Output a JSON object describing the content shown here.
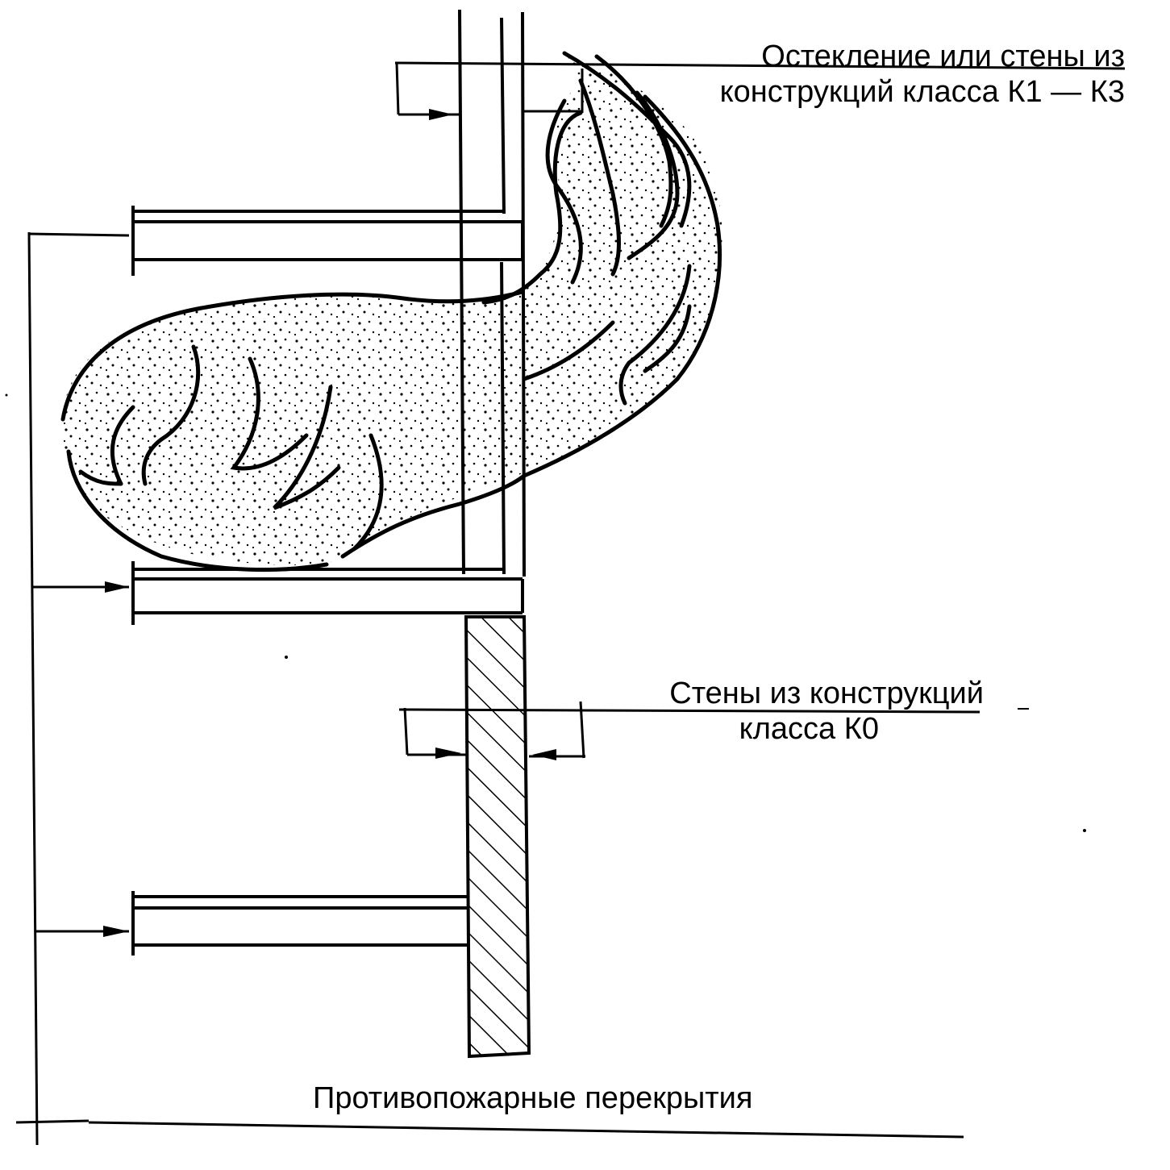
{
  "labels": {
    "glazing_walls_line1": "Остекление или стены из",
    "glazing_walls_line2": "конструкций класса К1 — К3",
    "k0_walls_line1": "Стены из конструкций",
    "k0_walls_line2": "класса К0",
    "fire_floors": "Противопожарные перекрытия"
  },
  "colors": {
    "ink": "#000000",
    "background": "#ffffff"
  }
}
